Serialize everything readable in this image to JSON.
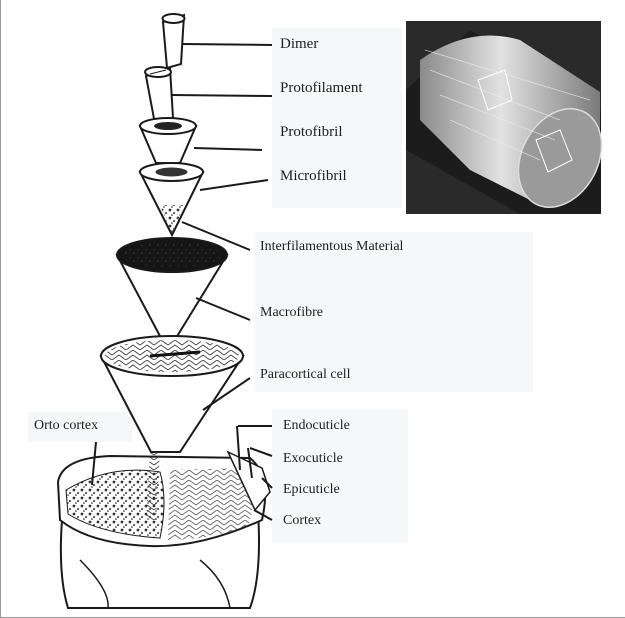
{
  "diagram": {
    "labels": {
      "dimer": "Dimer",
      "protofilament": "Protofilament",
      "protofibril": "Protofibril",
      "microfibril": "Microfibril",
      "interfilamentous_material": "Interfilamentous Material",
      "macrofibre": "Macrofibre",
      "paracortical_cell": "Paracortical cell",
      "orto_cortex": "Orto cortex",
      "endocuticle": "Endocuticle",
      "exocuticle": "Exocuticle",
      "epicuticle": "Epicuticle",
      "cortex": "Cortex"
    },
    "colors": {
      "line": "#1a1a1a",
      "label_box": "#f6f7f9",
      "photo_dark": "#2e2e2e",
      "photo_light": "#cfcfcf"
    }
  }
}
